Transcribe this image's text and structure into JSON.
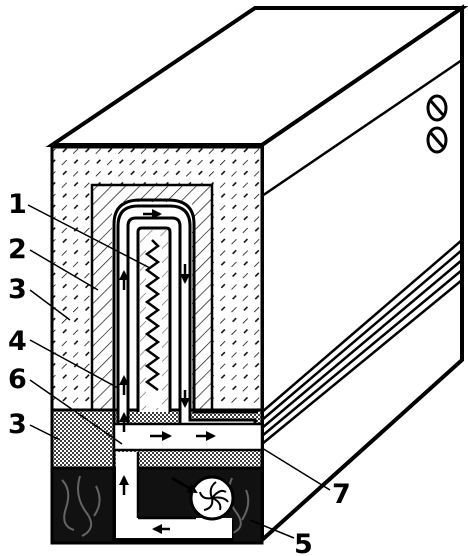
{
  "diagram": {
    "callouts": [
      {
        "id": "c1",
        "label": "1"
      },
      {
        "id": "c2",
        "label": "2"
      },
      {
        "id": "c3a",
        "label": "3"
      },
      {
        "id": "c4",
        "label": "4"
      },
      {
        "id": "c6",
        "label": "6"
      },
      {
        "id": "c3b",
        "label": "3"
      },
      {
        "id": "c7",
        "label": "7"
      },
      {
        "id": "c5",
        "label": "5"
      }
    ],
    "colors": {
      "ink": "#000000",
      "paper": "#ffffff"
    }
  }
}
